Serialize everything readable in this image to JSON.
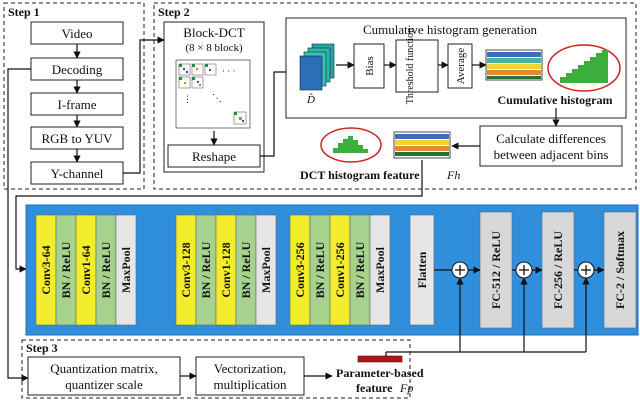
{
  "step1": {
    "title": "Step 1",
    "boxes": [
      "Video",
      "Decoding",
      "I-frame",
      "RGB to YUV",
      "Y-channel"
    ]
  },
  "step2": {
    "title": "Step 2",
    "block_dct": "Block-DCT",
    "block_size": "(8 × 8 block)",
    "reshape": "Reshape",
    "dhat": "D̂",
    "cum_title": "Cumulative histogram generation",
    "bias": "Bias",
    "threshold": "Threshold function",
    "average": "Average",
    "cum_hist": "Cumulative histogram",
    "calc_diff_1": "Calculate differences",
    "calc_diff_2": "between adjacent bins",
    "dct_feature": "DCT histogram feature",
    "fh": "Fh"
  },
  "cnn": {
    "layers": [
      "Conv3-64",
      "BN / ReLU",
      "Conv1-64",
      "BN / ReLU",
      "MaxPool",
      "Conv3-128",
      "BN / ReLU",
      "Conv1-128",
      "BN / ReLU",
      "MaxPool",
      "Conv3-256",
      "BN / ReLU",
      "Conv1-256",
      "BN / ReLU",
      "MaxPool",
      "Flatten",
      "FC-512 / ReLU",
      "FC-256 / ReLU",
      "FC-2 / Softmax"
    ],
    "colors": {
      "conv": "#f3ec2b",
      "bn": "#a6d28e",
      "pool": "#e6e6e6",
      "fc": "#d8d8d8",
      "bg": "#2f8fdc",
      "bg_border": "#1d6db5"
    }
  },
  "step3": {
    "title": "Step 3",
    "qm_1": "Quantization matrix,",
    "qm_2": "quantizer scale",
    "vec_1": "Vectorization,",
    "vec_2": "multiplication",
    "param_1": "Parameter-based",
    "param_2": "feature",
    "fp": "Fp"
  }
}
